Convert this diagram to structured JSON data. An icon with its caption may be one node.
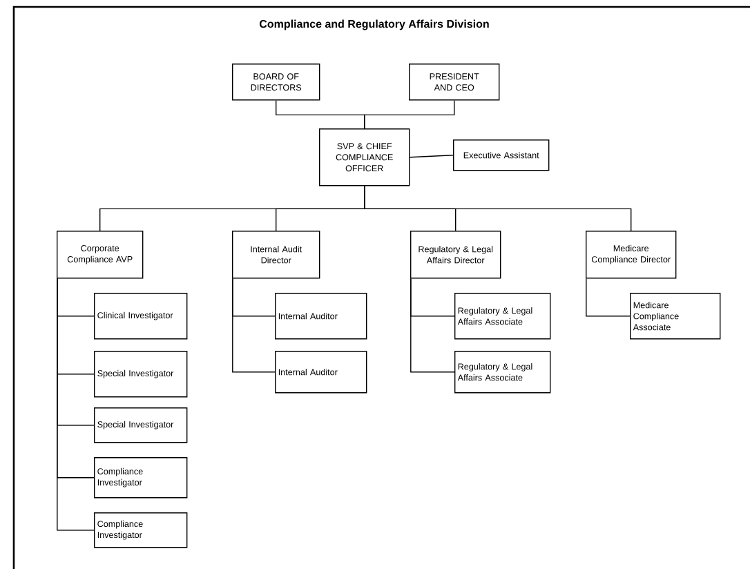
{
  "diagram": {
    "title": "Compliance and Regulatory Affairs Division",
    "nodes": [
      {
        "text": [
          "BOARD OF DIRECTORS"
        ]
      },
      {
        "text": [
          "PRESIDENT AND CEO"
        ]
      },
      {
        "text": [
          "SVP & CHIEF COMPLIANCE OFFICER"
        ]
      },
      {
        "text": [
          "Executive Assistant"
        ]
      },
      {
        "text": [
          "Corporate Compliance AVP"
        ]
      },
      {
        "text": [
          "Internal Audit Director"
        ]
      },
      {
        "text": [
          "Regulatory & Legal Affairs Director"
        ]
      },
      {
        "text": [
          "Medicare Compliance Director"
        ]
      },
      {
        "text": [
          "Clinical Investigator"
        ]
      },
      {
        "text": [
          "Special Investigator"
        ]
      },
      {
        "text": [
          "Special Investigator"
        ]
      },
      {
        "text": [
          "Compliance Investigator"
        ]
      },
      {
        "text": [
          "Compliance Investigator"
        ]
      },
      {
        "text": [
          "Internal Auditor"
        ]
      },
      {
        "text": [
          "Internal Auditor"
        ]
      },
      {
        "text": [
          "Regulatory & Legal Affairs Associate"
        ]
      },
      {
        "text": [
          "Regulatory & Legal Affairs Associate"
        ]
      },
      {
        "text": [
          "Medicare Compliance Associate"
        ]
      }
    ],
    "edges": [
      {
        "from": 0,
        "to": 2,
        "arrow": "none"
      },
      {
        "from": 1,
        "to": 2,
        "arrow": "none"
      },
      {
        "from": 2,
        "to": 3,
        "arrow": "none"
      },
      {
        "from": 2,
        "to": 4,
        "arrow": "none"
      },
      {
        "from": 2,
        "to": 5,
        "arrow": "none"
      },
      {
        "from": 2,
        "to": 6,
        "arrow": "none"
      },
      {
        "from": 2,
        "to": 7,
        "arrow": "none"
      },
      {
        "from": 4,
        "to": 8,
        "arrow": "none"
      },
      {
        "from": 4,
        "to": 9,
        "arrow": "none"
      },
      {
        "from": 4,
        "to": 10,
        "arrow": "none"
      },
      {
        "from": 4,
        "to": 11,
        "arrow": "none"
      },
      {
        "from": 4,
        "to": 12,
        "arrow": "none"
      },
      {
        "from": 5,
        "to": 13,
        "arrow": "none"
      },
      {
        "from": 5,
        "to": 14,
        "arrow": "none"
      },
      {
        "from": 6,
        "to": 15,
        "arrow": "none"
      },
      {
        "from": 6,
        "to": 16,
        "arrow": "none"
      },
      {
        "from": 7,
        "to": 17,
        "arrow": "none"
      }
    ]
  }
}
